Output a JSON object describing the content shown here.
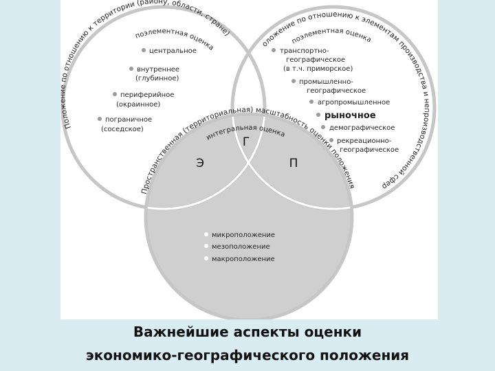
{
  "diagram": {
    "left_circle": {
      "outer_label": "Положение по отношению к территории (району, области, стране)",
      "inner_label": "поэлементная оценка",
      "items": [
        [
          "центральное"
        ],
        [
          "внутреннее",
          "(глубинное)"
        ],
        [
          "периферийное",
          "(окраинное)"
        ],
        [
          "пограничное",
          "(соседское)"
        ]
      ]
    },
    "right_circle": {
      "outer_label": "Положение по отношению к элементам производства и непроизводственной сферы",
      "inner_label": "поэлементная оценка",
      "items": [
        [
          "транспортно-",
          "географическое",
          "(в т.ч. приморское)"
        ],
        [
          "промышленно-",
          "географическое"
        ],
        [
          "агропромышленное"
        ],
        [
          "рыночное"
        ],
        [
          "демографическое"
        ],
        [
          "рекреационно-",
          "географическое"
        ]
      ]
    },
    "bottom_circle": {
      "outer_label": "Пространственная (территориальная) масштабность оценки положения",
      "inner_label": "интегральная оценка",
      "items": [
        "микроположение",
        "мезоположение",
        "макроположение"
      ]
    },
    "region_letters": {
      "left": "Э",
      "center": "Г",
      "right": "П"
    },
    "colors": {
      "stroke": "#c6c6c6",
      "bottom_fill": "#cfcfcf",
      "bullet": "#9a9a9a",
      "background": "#d9ecf1"
    }
  },
  "caption": {
    "line1": "Важнейшие аспекты оценки",
    "line2": "экономико-географического положения"
  }
}
